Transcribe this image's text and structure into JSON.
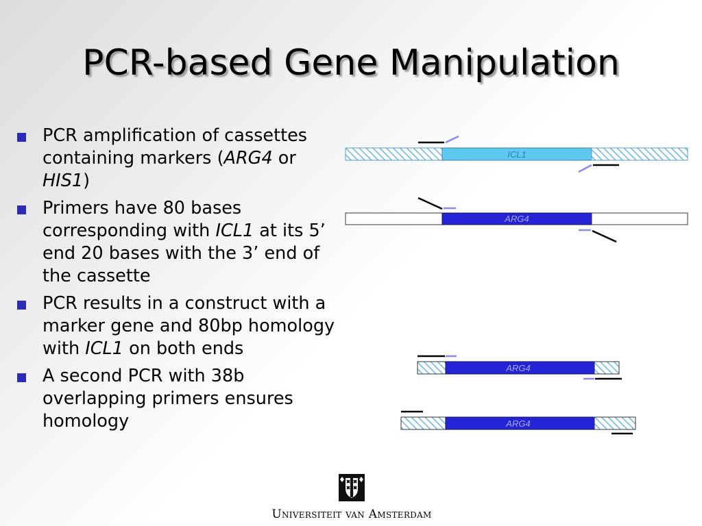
{
  "slide": {
    "title": "PCR-based Gene Manipulation"
  },
  "bullets": [
    {
      "segments": [
        {
          "text": "PCR amplification of cassettes containing markers (",
          "italic": false
        },
        {
          "text": "ARG4",
          "italic": true
        },
        {
          "text": " or ",
          "italic": false
        },
        {
          "text": "HIS1",
          "italic": true
        },
        {
          "text": ")",
          "italic": false
        }
      ]
    },
    {
      "segments": [
        {
          "text": "Primers have 80 bases corresponding with ",
          "italic": false
        },
        {
          "text": "ICL1",
          "italic": true
        },
        {
          "text": " at its 5’ end 20 bases with the 3’ end of the cassette",
          "italic": false
        }
      ]
    },
    {
      "segments": [
        {
          "text": "PCR results in a construct with a marker gene and 80bp homology with ",
          "italic": false
        },
        {
          "text": "ICL1",
          "italic": true
        },
        {
          "text": " on both ends",
          "italic": false
        }
      ]
    },
    {
      "segments": [
        {
          "text": "A second PCR with 38b overlapping primers ensures homology",
          "italic": false
        }
      ]
    }
  ],
  "diagram": {
    "gene_labels": {
      "locus": "ICL1",
      "marker_1": "ARG4",
      "marker_2": "ARG4",
      "marker_3": "ARG4"
    },
    "colors": {
      "locus_gene": "#5ec8ee",
      "marker_gene": "#2424d6",
      "hatch": "#6ab8e0",
      "primer_tail": "#8888ee",
      "primer_body": "#000000"
    }
  },
  "logo": {
    "text": "Universiteit van Amsterdam"
  }
}
